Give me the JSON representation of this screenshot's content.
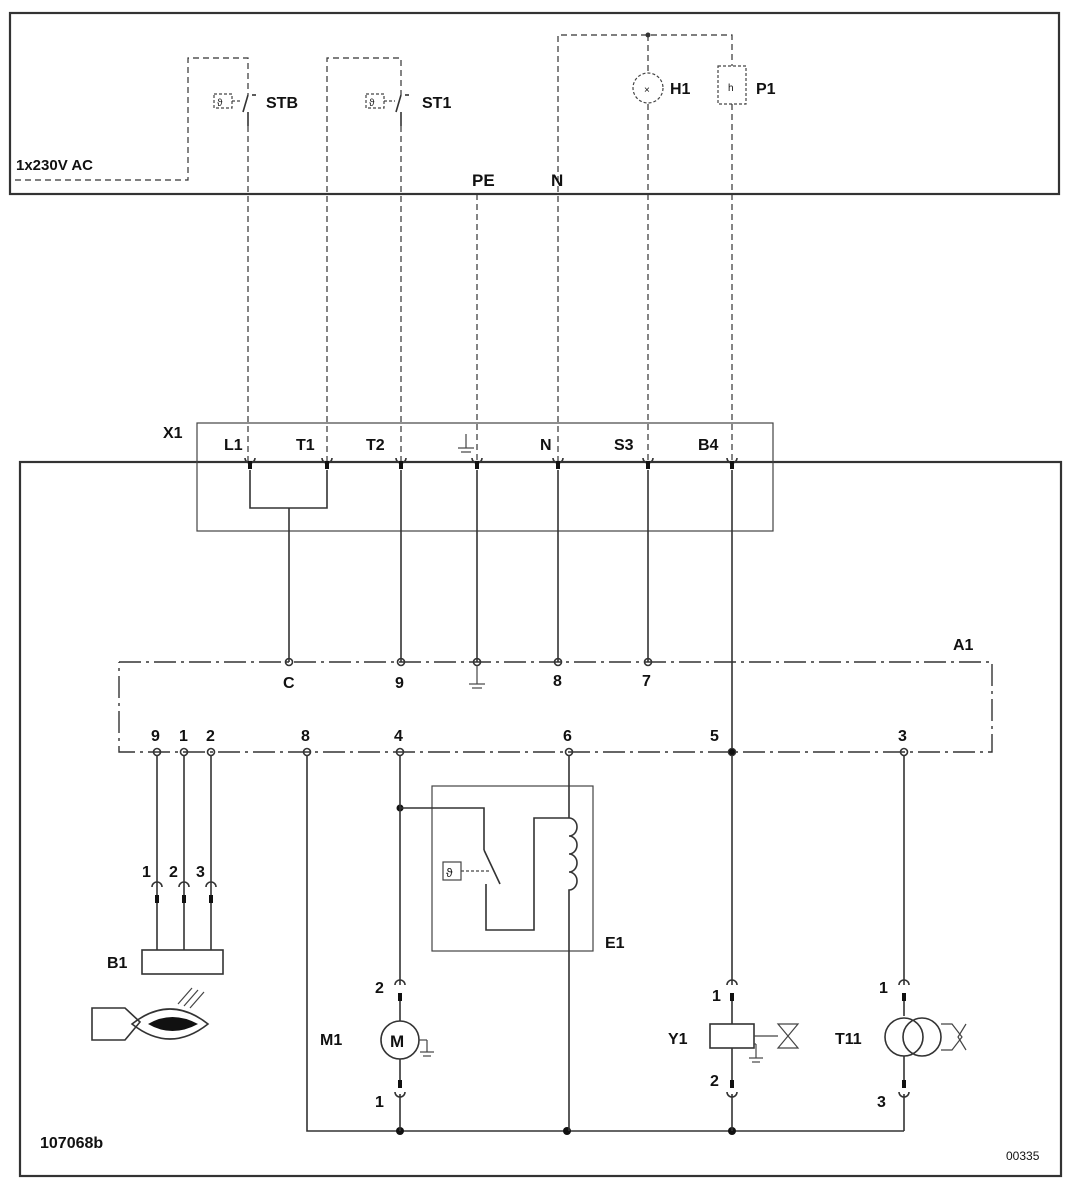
{
  "supply": {
    "label": "1x230V AC",
    "pe": "PE",
    "n": "N"
  },
  "top_devices": {
    "stb": "STB",
    "st1": "ST1",
    "h1": "H1",
    "p1": "P1",
    "p1_glyph": "h"
  },
  "terminal_block": {
    "name": "X1",
    "terminals": [
      "L1",
      "T1",
      "T2",
      "N",
      "S3",
      "B4"
    ]
  },
  "controller": {
    "name": "A1",
    "upper_pins": [
      "C",
      "9",
      "8",
      "7"
    ],
    "lower_pins": [
      "9",
      "1",
      "2",
      "8",
      "4",
      "6",
      "5",
      "3"
    ]
  },
  "sensor": {
    "name": "B1",
    "pins": [
      "1",
      "2",
      "3"
    ]
  },
  "motor": {
    "name": "M1",
    "symbol": "M",
    "pin_top": "2",
    "pin_bottom": "1"
  },
  "heater": {
    "name": "E1"
  },
  "valve": {
    "name": "Y1",
    "pin_top": "1",
    "pin_bottom": "2"
  },
  "transformer": {
    "name": "T11",
    "pin_top": "1",
    "pin_bottom": "3"
  },
  "drawing_id": "107068b",
  "sheet_code": "00335"
}
